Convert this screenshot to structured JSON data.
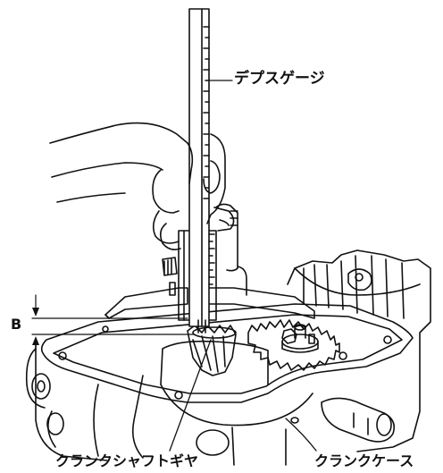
{
  "labels": {
    "depth_gauge": "デプスゲージ",
    "crankshaft_gear": "クランクシャフトギヤ",
    "crankcase": "クランクケース",
    "dimension_b": "B"
  },
  "colors": {
    "line": "#111111",
    "background": "#ffffff"
  },
  "icons": {
    "arrow_down": "arrow-down-icon",
    "arrow_up": "arrow-up-icon"
  }
}
